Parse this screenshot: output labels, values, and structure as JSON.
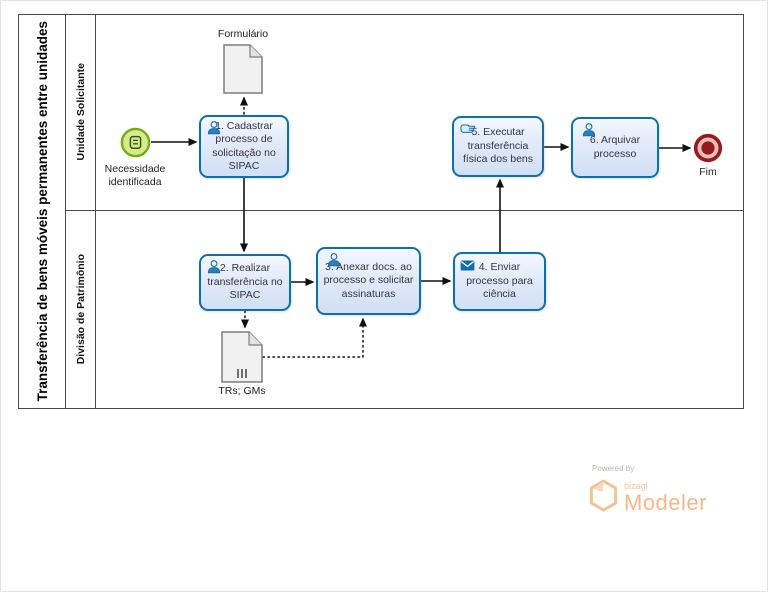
{
  "pool": {
    "title": "Transferência de bens móveis permanentes entre unidades",
    "lanes": [
      {
        "label": "Unidade Solicitante"
      },
      {
        "label": "Divisão de Patrimônio"
      }
    ]
  },
  "events": {
    "start": {
      "label": "Necessidade identificada",
      "type": "conditional-start"
    },
    "end": {
      "label": "Fim",
      "type": "end"
    }
  },
  "tasks": [
    {
      "label": "1. Cadastrar processo de solicitação no SIPAC",
      "icon": "user-icon",
      "lane": "Unidade Solicitante"
    },
    {
      "label": "2. Realizar transferência no SIPAC",
      "icon": "user-icon",
      "lane": "Divisão de Patrimônio"
    },
    {
      "label": "3. Anexar docs. ao processo e solicitar assinaturas",
      "icon": "user-icon",
      "lane": "Divisão de Patrimônio"
    },
    {
      "label": "4. Enviar processo para ciência",
      "icon": "send-icon",
      "lane": "Divisão de Patrimônio"
    },
    {
      "label": "5. Executar transferência física dos bens",
      "icon": "manual-hand-icon",
      "lane": "Unidade Solicitante"
    },
    {
      "label": "6. Arquivar processo",
      "icon": "user-icon",
      "lane": "Unidade Solicitante"
    }
  ],
  "documents": [
    {
      "label": "Formulário"
    },
    {
      "label": "TRs; GMs",
      "marker": "multi-document"
    }
  ],
  "branding": {
    "powered_by": "Powered by",
    "brand": "bizagi",
    "product": "Modeler"
  },
  "colors": {
    "task_border": "#0f6fad",
    "task_fill": "#d2dff5",
    "start_fill": "#d6ec8a",
    "start_border": "#76ab1a",
    "end_red": "#981b1b",
    "flow": "#111111",
    "document_fill": "#f1f1f1",
    "brand_orange": "#f4b98b"
  }
}
